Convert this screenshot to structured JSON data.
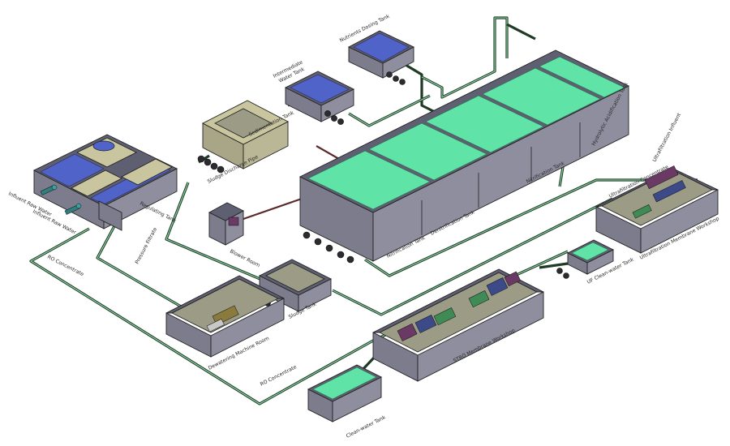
{
  "labels": {
    "influent_raw_water_1": "Influent Raw Water",
    "influent_raw_water_2": "Influent Raw Water",
    "regulating_tank": "Regulating Tank",
    "ro_concentrate_top": "RO Concentrate",
    "pressure_filtrate": "Pressure Filtrate",
    "sludge_discharge_pipe": "Sludge Discharge Pipe",
    "sedimentation_tank": "Sedimentation Tank",
    "intermediate_water_tank_1": "Intermediate",
    "intermediate_water_tank_2": "Water Tank",
    "nutrients_dosing_tank": "Nutrients Dosing Tank",
    "hydrolytic_acidification_tank": "Hydrolytic Acidification Tank",
    "nitrification_tank_right": "Nitrification Tank",
    "denitrification_tank": "Denitrification Tank",
    "nitrification_tank_front": "Nitrification Tank",
    "blower_room": "Blower Room",
    "ultrafiltration_influent": "Ultrafiltration Influent",
    "ultrafiltration_concentrate": "Ultrafiltration Concentrate",
    "ultrafiltration_membrane_workshop": "Ultrafiltration Membrane Workshop",
    "uf_clean_water_tank": "UF Clean-water Tank",
    "sludge_tank": "Sludge Tank",
    "dewatering_machine_room": "Dewatering Machine Room",
    "stro_membrane_workshop": "STRO Membrane Workshop",
    "ro_concentrate_bottom": "RO Concentrate",
    "clean_water_tank": "Clean-water Tank"
  },
  "colors": {
    "pipe": "#1f3b26",
    "pipe_highlight": "#8fd8a8",
    "blue_water": "#4f63c8",
    "green_water": "#5fe3a6",
    "tank_wall": "#7c7c8c",
    "khaki": "#c8c59f"
  }
}
